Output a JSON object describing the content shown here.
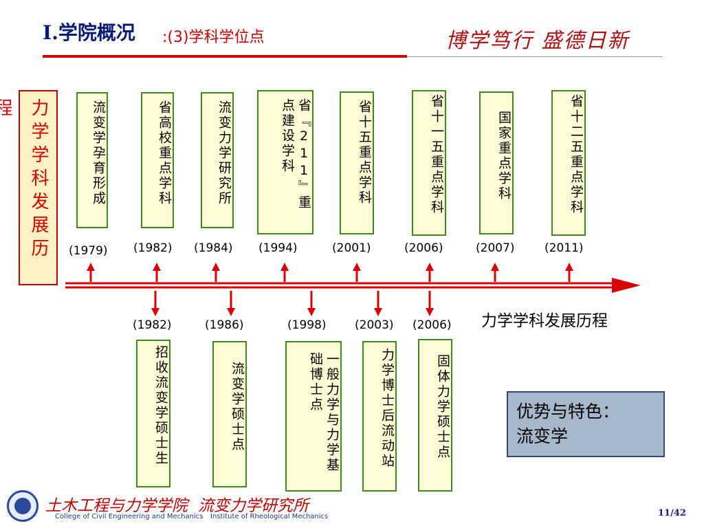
{
  "slide": {
    "title_main": "I.学院概况",
    "title_sub": ":(3)学科学位点",
    "motto": "博学笃行 盛德日新"
  },
  "left_label": "力学学科发展历程",
  "top_milestones": [
    {
      "text": "流变学孕育形成",
      "year": "(1979)"
    },
    {
      "text": "省高校重点学科",
      "year": "(1982)"
    },
    {
      "text": "流变力学研究所",
      "year": "(1984)"
    },
    {
      "text": "省『211』重点建设学科",
      "year": "(1994)"
    },
    {
      "text": "省十五重点学科",
      "year": "(2001)"
    },
    {
      "text": "省十一五重点学科",
      "year": "(2006)"
    },
    {
      "text": "国家重点学科",
      "year": "(2007)"
    },
    {
      "text": "省十二五重点学科",
      "year": "(2011)"
    }
  ],
  "bottom_milestones": [
    {
      "text": "招收流变学硕士生",
      "year": "(1982)"
    },
    {
      "text": "流变学硕士点",
      "year": "(1986)"
    },
    {
      "text": "一般力学与力学基础博士点",
      "year": "(1998)"
    },
    {
      "text": "力学博士后流动站",
      "year": "(2003)"
    },
    {
      "text": "固体力学硕士点",
      "year": "(2006)"
    }
  ],
  "timeline_caption": "力学学科发展历程",
  "advantage": {
    "line1": "优势与特色：",
    "line2": "流变学"
  },
  "footer": {
    "school_cn": "土木工程与力学学院",
    "school_en": "College of Civil Engineering and Mechanics",
    "institute_cn": "流变力学研究所",
    "institute_en": "Institute of Rheological Mechanics",
    "page": "11/42"
  },
  "colors": {
    "accent_red": "#d90000",
    "box_border_green": "#3c8a1e",
    "box_fill": "#fffcd6",
    "title_blue": "#0a1a7a"
  }
}
